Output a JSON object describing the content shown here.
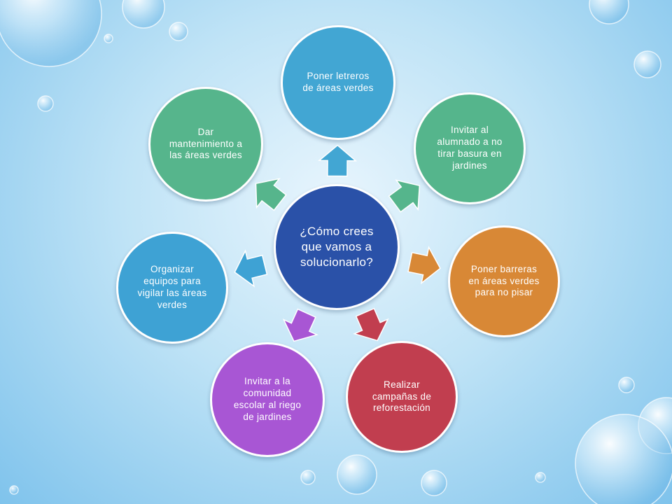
{
  "center": {
    "label": "¿Cómo crees que vamos a solucionarlo?",
    "color": "#2a51a8"
  },
  "nodes": [
    {
      "label": "Poner letreros de áreas verdes",
      "color": "#42a6d3"
    },
    {
      "label": "Invitar al alumnado a no tirar basura en jardines",
      "color": "#55b58c"
    },
    {
      "label": "Poner barreras en áreas verdes para no pisar",
      "color": "#d88836"
    },
    {
      "label": "Realizar campañas de reforestación",
      "color": "#c13e4f"
    },
    {
      "label": "Invitar a la comunidad escolar al riego de jardines",
      "color": "#a856d4"
    },
    {
      "label": "Organizar equipos para vigilar  las áreas verdes",
      "color": "#3ea2d4"
    },
    {
      "label": "Dar mantenimiento a las áreas verdes",
      "color": "#56b58c"
    }
  ]
}
